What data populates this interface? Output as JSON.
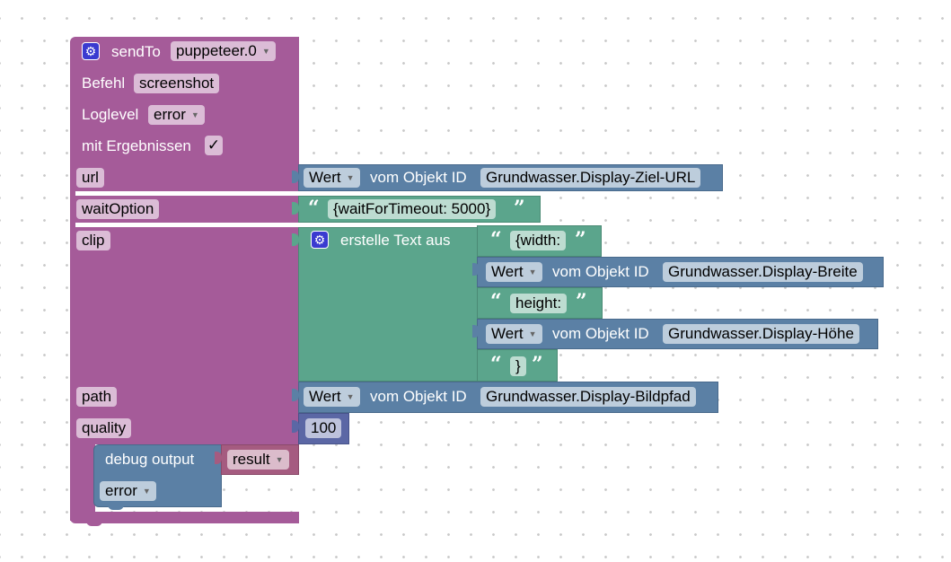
{
  "send": {
    "title": "sendTo",
    "instance": "puppeteer.0",
    "befehl_label": "Befehl",
    "befehl_value": "screenshot",
    "loglevel_label": "Loglevel",
    "loglevel_value": "error",
    "ergebnisse_label": "mit Ergebnissen",
    "ergebnisse_check": "✓",
    "params": [
      "url",
      "waitOption",
      "clip",
      "path",
      "quality"
    ]
  },
  "url_block": {
    "mode": "Wert",
    "label": "vom Objekt ID",
    "id": "Grundwasser.Display-Ziel-URL"
  },
  "wait_text": "{waitForTimeout: 5000}",
  "clip": {
    "title": "erstelle Text aus",
    "text1": "{width:",
    "obj1": {
      "mode": "Wert",
      "label": "vom Objekt ID",
      "id": "Grundwasser.Display-Breite"
    },
    "text2": "height:",
    "obj2": {
      "mode": "Wert",
      "label": "vom Objekt ID",
      "id": "Grundwasser.Display-Höhe"
    },
    "text3": "}"
  },
  "path_block": {
    "mode": "Wert",
    "label": "vom Objekt ID",
    "id": "Grundwasser.Display-Bildpfad"
  },
  "quality_value": "100",
  "debug": {
    "label": "debug output",
    "var": "result",
    "level": "error"
  },
  "colors": {
    "sendto": "#a55b99",
    "object": "#5b80a5",
    "text": "#5ba58c",
    "number": "#5b67a5"
  },
  "icons": [
    "gear-icon",
    "dropdown-arrow-icon",
    "quote-open-icon",
    "quote-close-icon",
    "checkmark-icon"
  ]
}
